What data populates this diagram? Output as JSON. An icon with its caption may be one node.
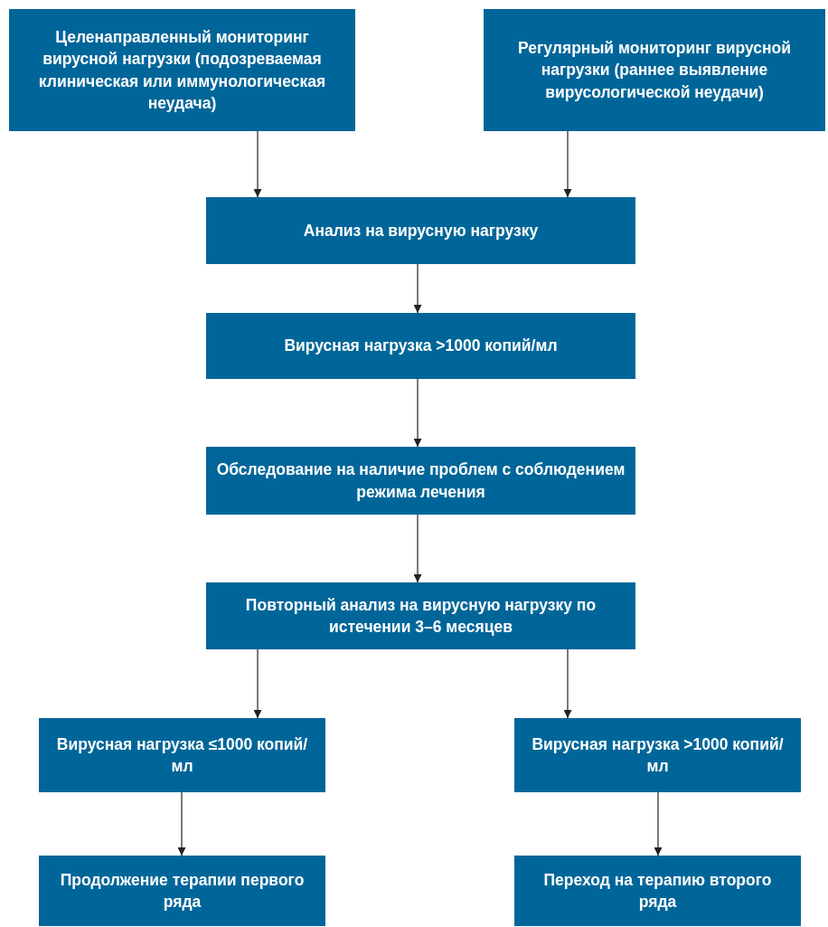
{
  "diagram": {
    "nodes": [
      {
        "text": [
          "Целенаправленный мониторинг вирусной нагрузки (подозреваемая клиническая или иммунологическая неудача)"
        ]
      },
      {
        "text": [
          "Регулярный мониторинг вирусной нагрузки (раннее выявление вирусологической неудачи)"
        ]
      },
      {
        "text": [
          "Анализ на вирусную нагрузку"
        ]
      },
      {
        "text": [
          "Вирусная нагрузка >1000 копий/мл"
        ]
      },
      {
        "text": [
          "Обследование на наличие проблем с соблюдением режима лечения"
        ]
      },
      {
        "text": [
          "Повторный анализ на вирусную нагрузку по истечении 3–6 месяцев"
        ]
      },
      {
        "text": [
          "Вирусная нагрузка ≤1000 копий/мл"
        ]
      },
      {
        "text": [
          "Вирусная нагрузка >1000 копий/мл"
        ]
      },
      {
        "text": [
          "Продолжение терапии первого ряда"
        ]
      },
      {
        "text": [
          "Переход на терапию второго ряда"
        ]
      }
    ],
    "edges": [
      {
        "from": 0,
        "to": 2,
        "arrow": "to"
      },
      {
        "from": 1,
        "to": 2,
        "arrow": "to"
      },
      {
        "from": 2,
        "to": 3,
        "arrow": "to"
      },
      {
        "from": 3,
        "to": 4,
        "arrow": "to"
      },
      {
        "from": 4,
        "to": 5,
        "arrow": "to"
      },
      {
        "from": 5,
        "to": 6,
        "arrow": "to"
      },
      {
        "from": 5,
        "to": 7,
        "arrow": "to"
      },
      {
        "from": 6,
        "to": 8,
        "arrow": "to"
      },
      {
        "from": 7,
        "to": 9,
        "arrow": "to"
      }
    ]
  }
}
